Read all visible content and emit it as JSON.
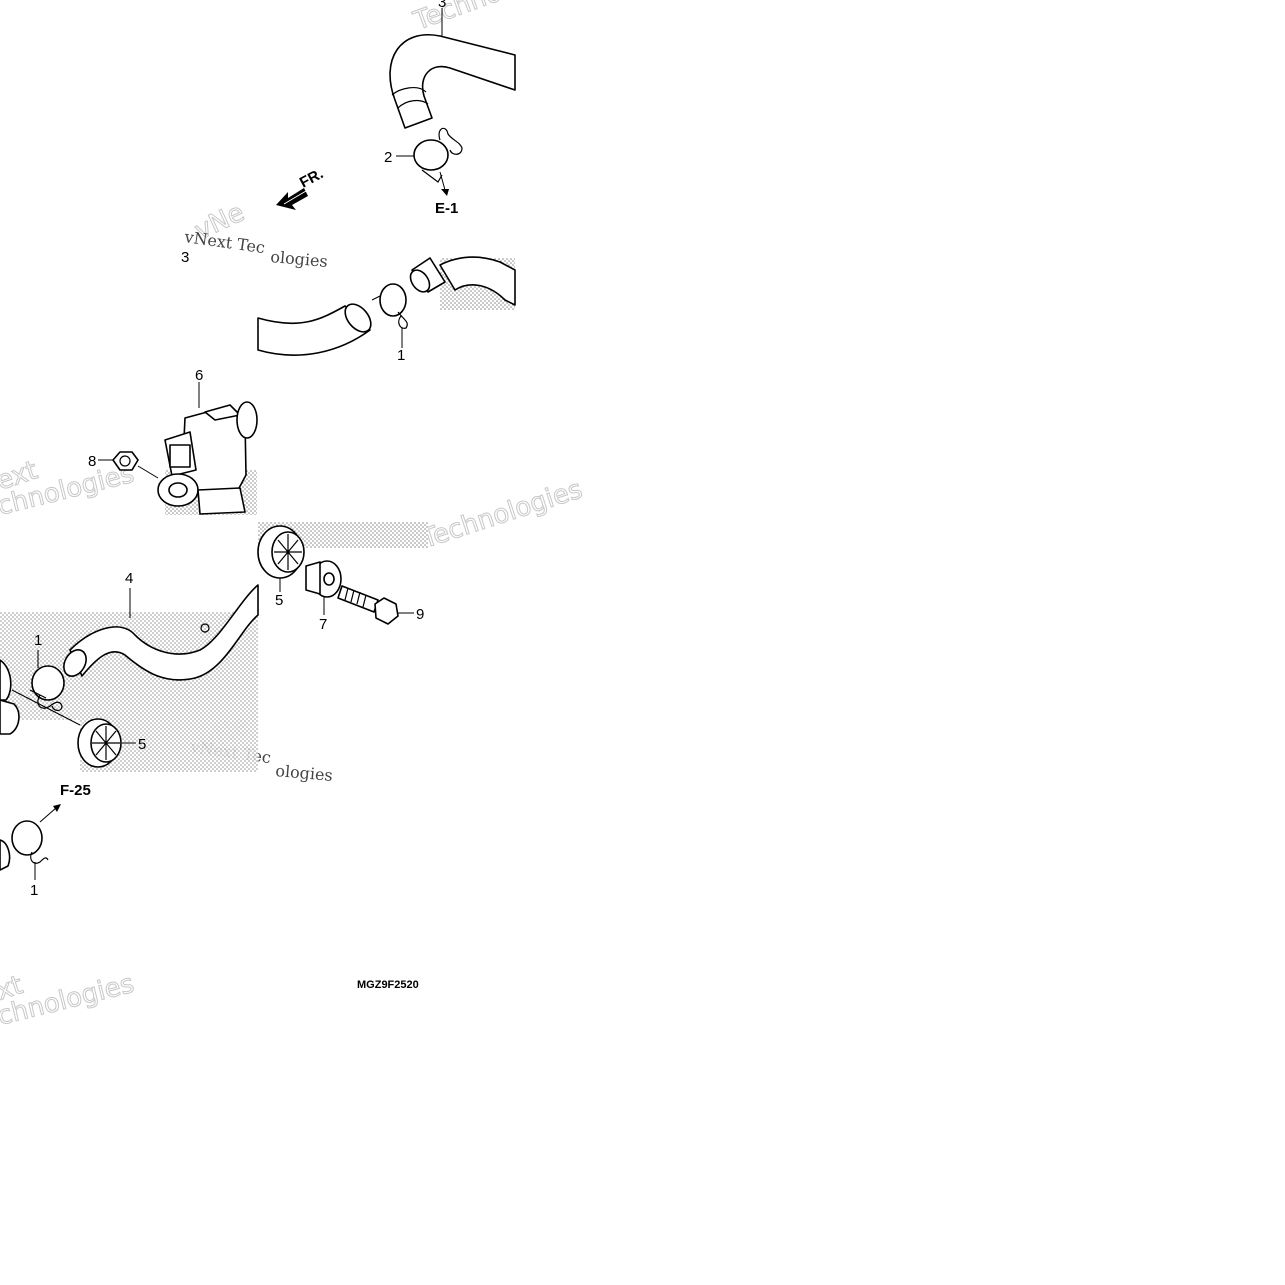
{
  "diagram": {
    "callouts": {
      "c1a": "1",
      "c1b": "1",
      "c1c": "1",
      "c2": "2",
      "c3a": "3",
      "c3b": "3",
      "c4": "4",
      "c5a": "5",
      "c5b": "5",
      "c6": "6",
      "c7": "7",
      "c8": "8",
      "c9": "9"
    },
    "references": {
      "e1": "E-1",
      "f25": "F-25"
    },
    "direction_label": "FR.",
    "figure_code": "MGZ9F2520",
    "watermarks": {
      "w1": "vNext Tec",
      "w2": "ologies",
      "w3": "vNext Tec",
      "w4": "ologies",
      "w5": "Techno",
      "w6": "Technologies",
      "w7": "ext",
      "w8": "chnologies",
      "w9": "xt",
      "w10": "chnologies",
      "w11": "vNe",
      "w12": "vNe"
    },
    "colors": {
      "ink": "#000000",
      "shading": "#8a8a8a",
      "watermark": "#c8c8c8"
    }
  }
}
